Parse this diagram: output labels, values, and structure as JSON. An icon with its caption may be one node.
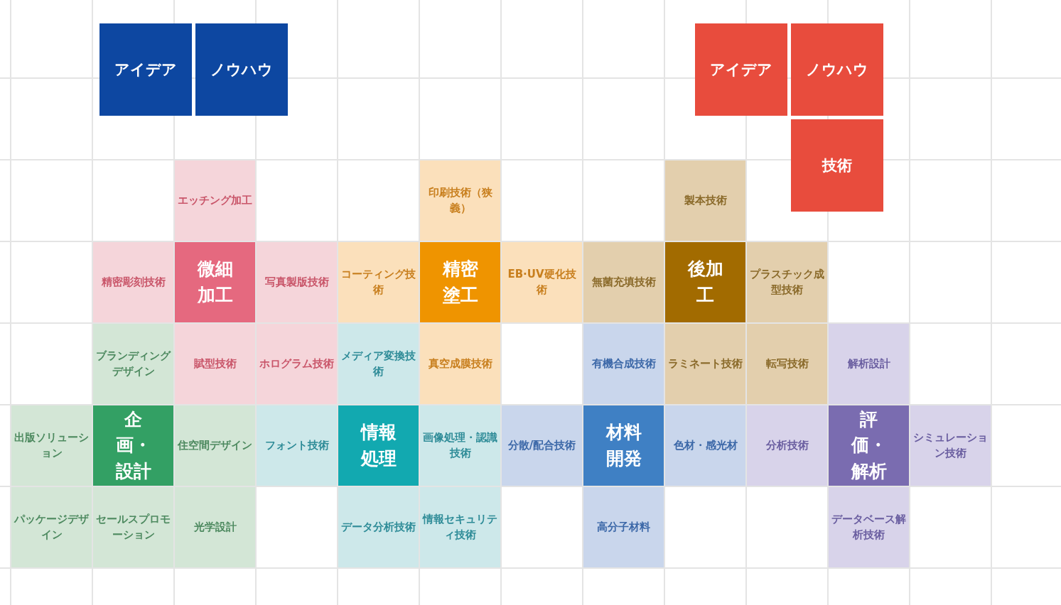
{
  "diagram": {
    "nodes": [
      {
        "text": [
          "アイデア"
        ]
      },
      {
        "text": [
          "ノウハウ"
        ]
      },
      {
        "text": [
          "アイデア"
        ]
      },
      {
        "text": [
          "ノウハウ"
        ]
      },
      {
        "text": [
          "技術"
        ]
      },
      {
        "text": [
          "エッチング加工"
        ]
      },
      {
        "text": [
          "印刷技術（狭義）"
        ]
      },
      {
        "text": [
          "製本技術"
        ]
      },
      {
        "text": [
          "精密彫刻技術"
        ]
      },
      {
        "text": [
          "微細加工"
        ]
      },
      {
        "text": [
          "写真製版技術"
        ]
      },
      {
        "text": [
          "コーティング技術"
        ]
      },
      {
        "text": [
          "精密塗工"
        ]
      },
      {
        "text": [
          "EB·UV硬化技術"
        ]
      },
      {
        "text": [
          "無菌充填技術"
        ]
      },
      {
        "text": [
          "後加工"
        ]
      },
      {
        "text": [
          "プラスチック成型技術"
        ]
      },
      {
        "text": [
          "ブランディングデザイン"
        ]
      },
      {
        "text": [
          "賦型技術"
        ]
      },
      {
        "text": [
          "ホログラム技術"
        ]
      },
      {
        "text": [
          "メディア変換技術"
        ]
      },
      {
        "text": [
          "真空成膜技術"
        ]
      },
      {
        "text": [
          "有機合成技術"
        ]
      },
      {
        "text": [
          "ラミネート技術"
        ]
      },
      {
        "text": [
          "転写技術"
        ]
      },
      {
        "text": [
          "解析設計"
        ]
      },
      {
        "text": [
          "出版ソリューション"
        ]
      },
      {
        "text": [
          "企画・設計"
        ]
      },
      {
        "text": [
          "住空間デザイン"
        ]
      },
      {
        "text": [
          "フォント技術"
        ]
      },
      {
        "text": [
          "情報処理"
        ]
      },
      {
        "text": [
          "画像処理・認識技術"
        ]
      },
      {
        "text": [
          "分散/配合技術"
        ]
      },
      {
        "text": [
          "材料開発"
        ]
      },
      {
        "text": [
          "色材・感光材"
        ]
      },
      {
        "text": [
          "分析技術"
        ]
      },
      {
        "text": [
          "評価・解析"
        ]
      },
      {
        "text": [
          "シミュレーション技術"
        ]
      },
      {
        "text": [
          "パッケージデザイン"
        ]
      },
      {
        "text": [
          "セールスプロモーション"
        ]
      },
      {
        "text": [
          "光学設計"
        ]
      },
      {
        "text": [
          "データ分析技術"
        ]
      },
      {
        "text": [
          "情報セキュリティ技術"
        ]
      },
      {
        "text": [
          "高分子材料"
        ]
      },
      {
        "text": [
          "データベース解析技術"
        ]
      }
    ]
  }
}
